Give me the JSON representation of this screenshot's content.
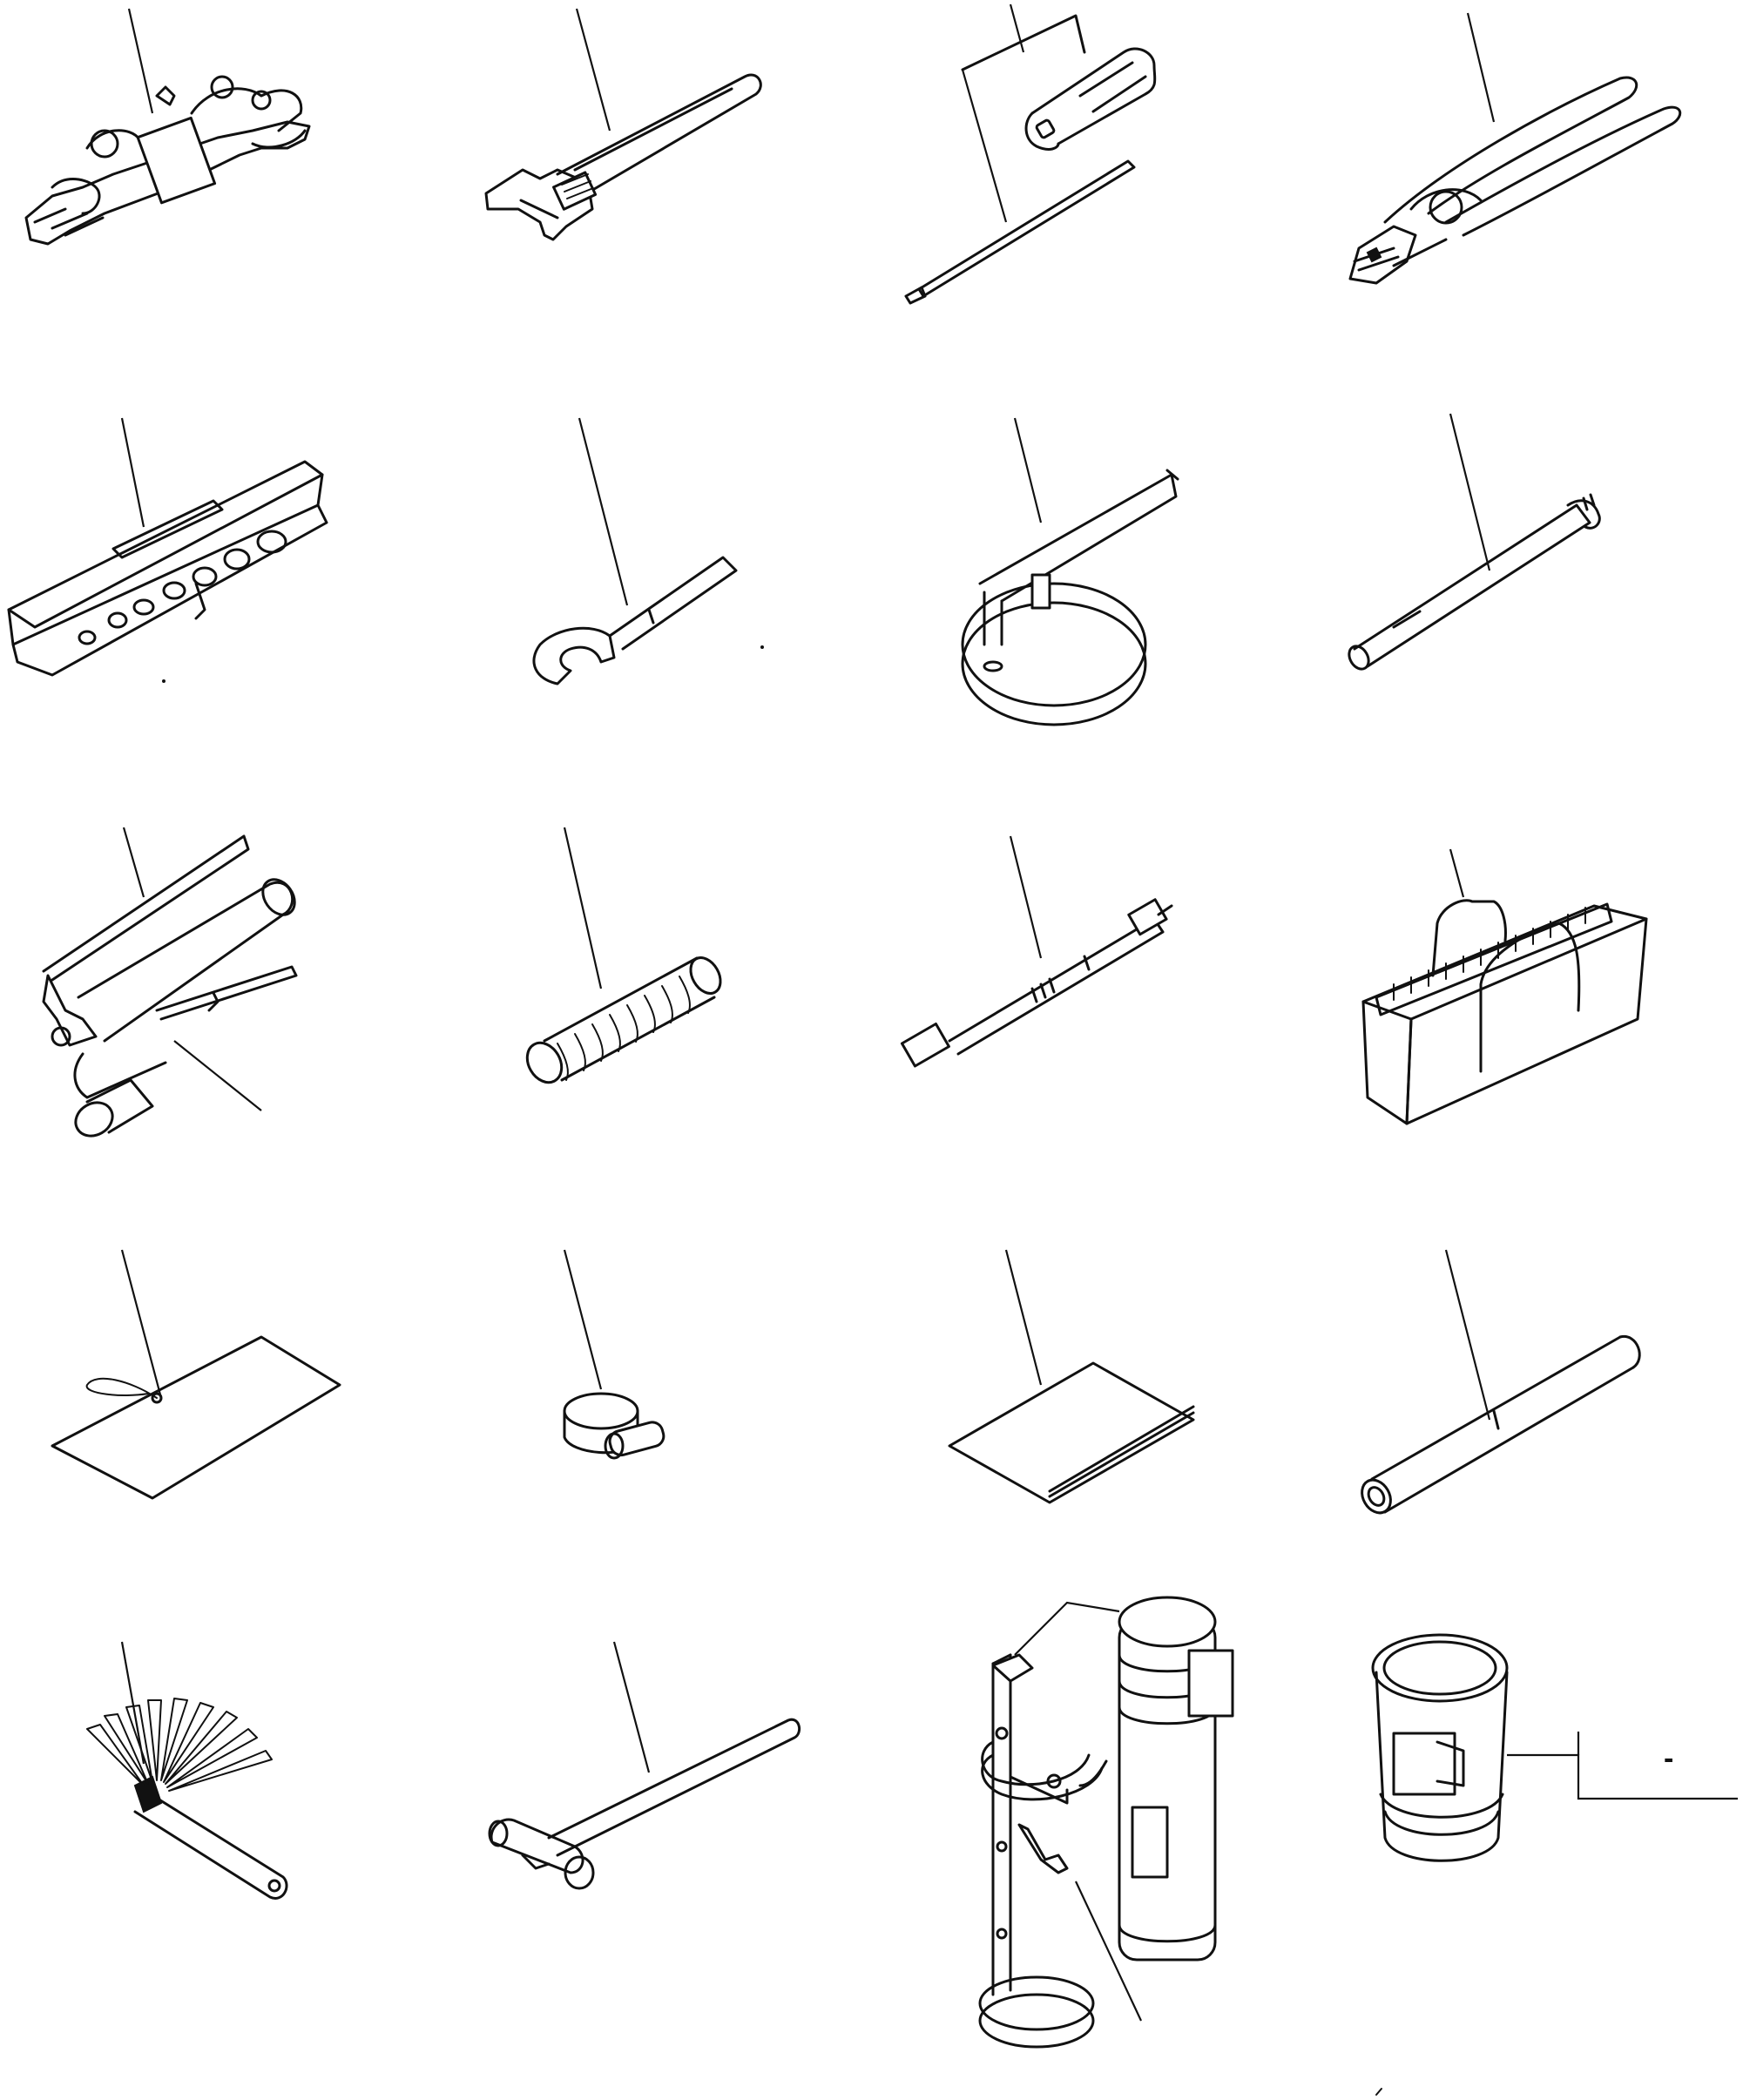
{
  "parts": [
    {
      "name": "wrench-set-drawing"
    },
    {
      "name": "adjustable-wrench-drawing"
    },
    {
      "name": "screwdriver-set-drawing"
    },
    {
      "name": "pliers-drawing"
    },
    {
      "name": "socket-set-case-drawing"
    },
    {
      "name": "open-end-wrench-drawing"
    },
    {
      "name": "filter-wrench-drawing"
    },
    {
      "name": "bar-drawing"
    },
    {
      "name": "grease-gun-drawing"
    },
    {
      "name": "spring-drawing"
    },
    {
      "name": "extension-bar-drawing"
    },
    {
      "name": "tool-bag-drawing"
    },
    {
      "name": "tag-drawing"
    },
    {
      "name": "clamp-drawing"
    },
    {
      "name": "manual-drawing"
    },
    {
      "name": "pipe-drawing"
    },
    {
      "name": "feeler-gauge-drawing"
    },
    {
      "name": "hammer-drawing"
    },
    {
      "name": "fire-extinguisher-drawing"
    },
    {
      "name": "can-drawing"
    }
  ],
  "callout_text": "-"
}
